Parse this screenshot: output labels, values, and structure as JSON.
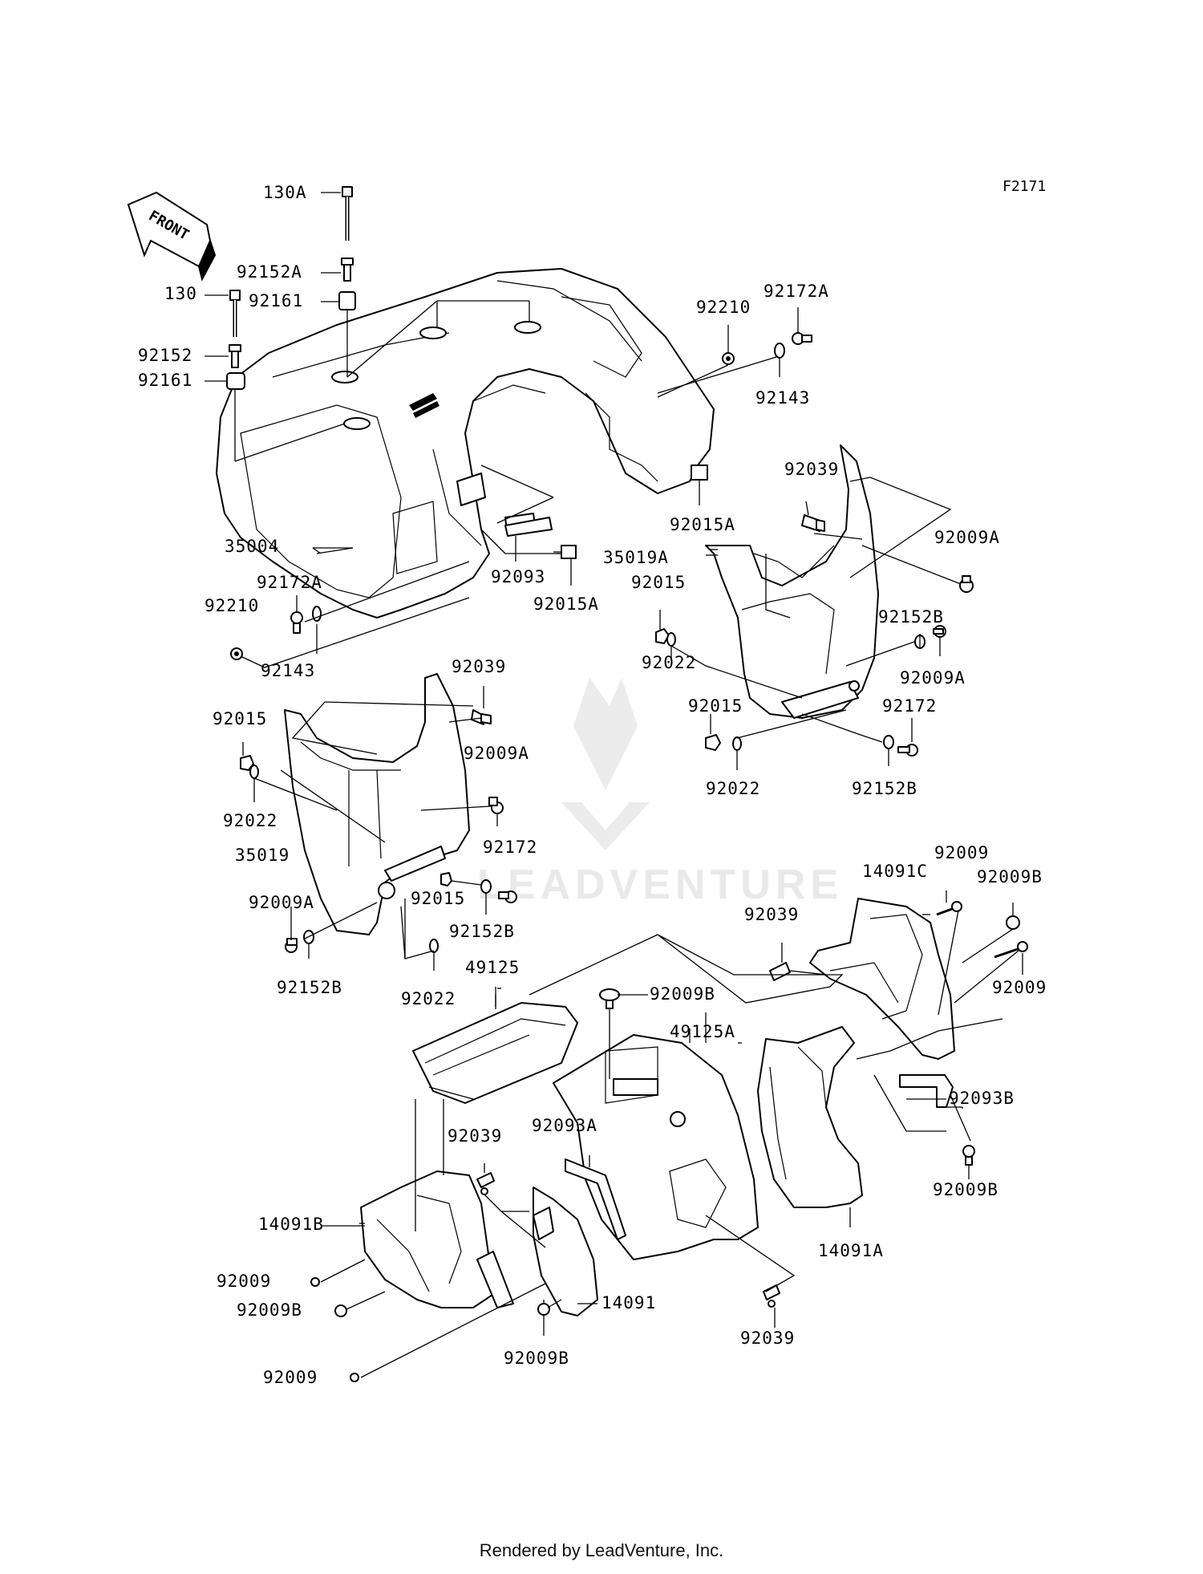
{
  "figure_code": "F2171",
  "front_marker": "FRONT",
  "watermark": "LEADVENTURE",
  "footer": "Rendered by LeadVenture, Inc.",
  "callouts": {
    "c130A": "130A",
    "c92152A": "92152A",
    "c130": "130",
    "c92161a": "92161",
    "c92152": "92152",
    "c92161b": "92161",
    "c35004": "35004",
    "c92172A_l": "92172A",
    "c92210_l": "92210",
    "c92143_l": "92143",
    "c92093": "92093",
    "c92015A_c": "92015A",
    "c92210_r": "92210",
    "c92172A_r": "92172A",
    "c92143_r": "92143",
    "c92039_r1": "92039",
    "c92015A_r": "92015A",
    "c35019A": "35019A",
    "c92009A_r1": "92009A",
    "c92015_r1": "92015",
    "c92152B_r1": "92152B",
    "c92009A_r2": "92009A",
    "c92022_r1": "92022",
    "c92015_r2": "92015",
    "c92172_r": "92172",
    "c92022_r2": "92022",
    "c92152B_r2": "92152B",
    "c92039_l1": "92039",
    "c92015_l1": "92015",
    "c92009A_l1": "92009A",
    "c92022_l1": "92022",
    "c92172_l": "92172",
    "c35019": "35019",
    "c92015_l2": "92015",
    "c92152B_l1": "92152B",
    "c92009A_l2": "92009A",
    "c92152B_l2": "92152B",
    "c92022_l2": "92022",
    "c14091C": "14091C",
    "c92009_tr": "92009",
    "c92009B_tr": "92009B",
    "c92039_m": "92039",
    "c92009_r": "92009",
    "c49125": "49125",
    "c92009B_m": "92009B",
    "c49125A": "49125A",
    "c92093B": "92093B",
    "c92009B_r": "92009B",
    "c92039_b1": "92039",
    "c92093A": "92093A",
    "c14091B": "14091B",
    "c14091A": "14091A",
    "c92009_bl1": "92009",
    "c92009B_bl": "92009B",
    "c14091": "14091",
    "c92039_b2": "92039",
    "c92009B_b": "92009B",
    "c92009_bl2": "92009"
  }
}
